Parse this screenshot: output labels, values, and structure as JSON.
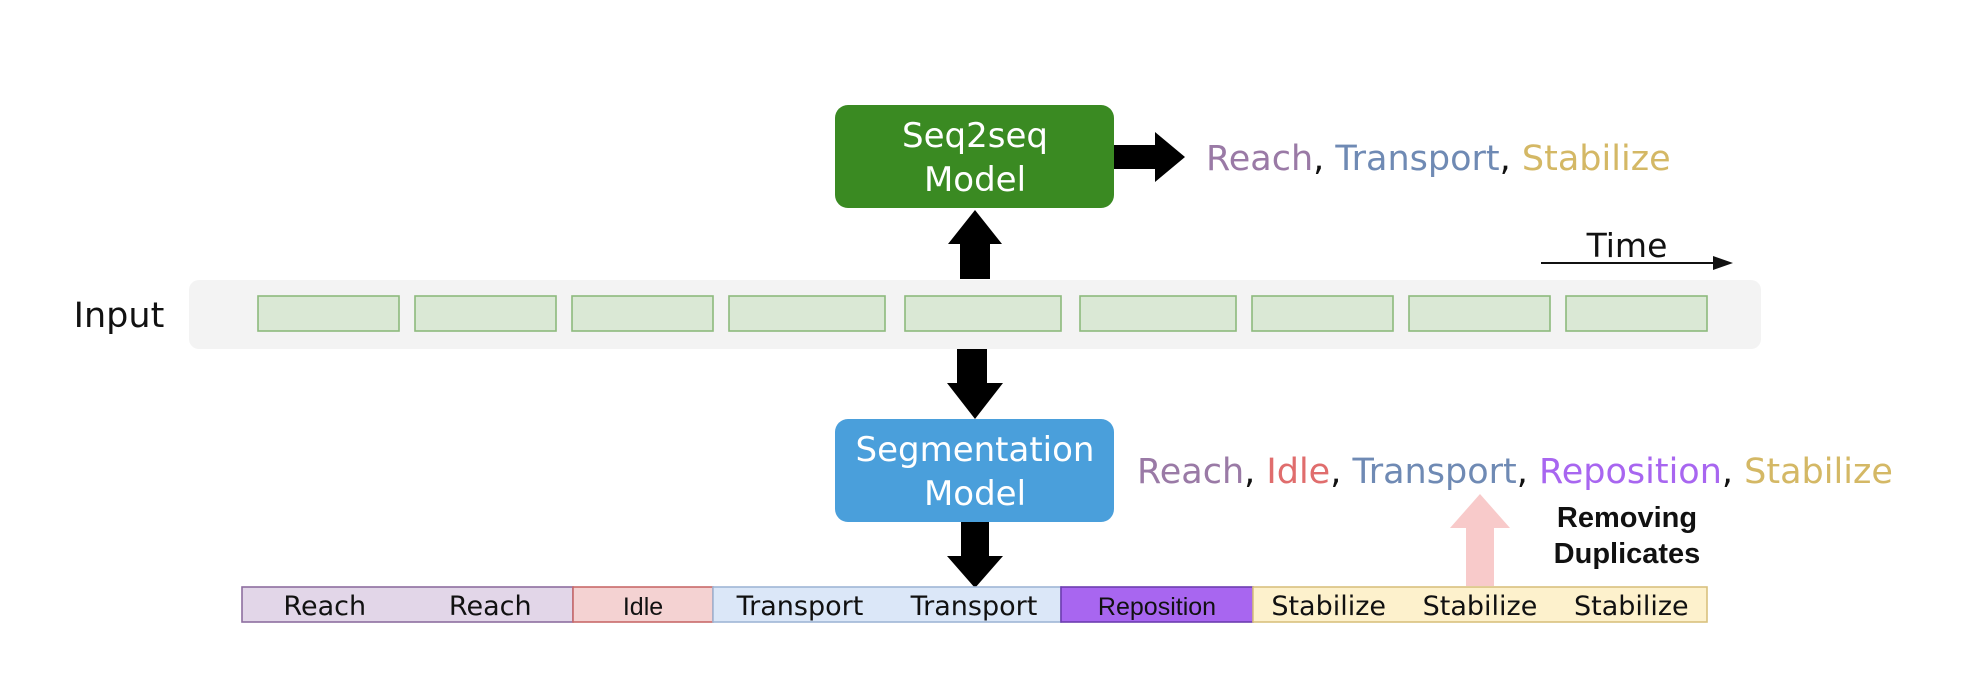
{
  "seq2seq": {
    "line1": "Seq2seq",
    "line2": "Model",
    "fill": "#3a8a22",
    "output": [
      {
        "text": "Reach",
        "color": "#9a7aa6"
      },
      {
        "text": "Transport",
        "color": "#6f8ab4"
      },
      {
        "text": "Stabilize",
        "color": "#d4b865"
      }
    ]
  },
  "segmentation": {
    "line1": "Segmentation",
    "line2": "Model",
    "fill": "#4a9fdb",
    "output": [
      {
        "text": "Reach",
        "color": "#9a7aa6"
      },
      {
        "text": "Idle",
        "color": "#e06d6d"
      },
      {
        "text": "Transport",
        "color": "#6f8ab4"
      },
      {
        "text": "Reposition",
        "color": "#a866f0"
      },
      {
        "text": "Stabilize",
        "color": "#d4b865"
      }
    ]
  },
  "separator": ",",
  "time_label": "Time",
  "input_label": "Input",
  "input_frame_count": 9,
  "removing_label": {
    "line1": "Removing",
    "line2": "Duplicates"
  },
  "segments": [
    {
      "name": "reach",
      "labels": [
        "Reach",
        "Reach"
      ],
      "fill": "#e2d6e8",
      "stroke": "#8e6ea0"
    },
    {
      "name": "idle",
      "labels": [
        "Idle"
      ],
      "fill": "#f4d2d2",
      "stroke": "#c86a6a"
    },
    {
      "name": "transport",
      "labels": [
        "Transport",
        "Transport"
      ],
      "fill": "#dbe7f8",
      "stroke": "#9fb6d6"
    },
    {
      "name": "reposition",
      "labels": [
        "Reposition"
      ],
      "fill": "#a866f0",
      "stroke": "#6d3db0"
    },
    {
      "name": "stabilize",
      "labels": [
        "Stabilize",
        "Stabilize",
        "Stabilize"
      ],
      "fill": "#fdf1cc",
      "stroke": "#d9c17e"
    }
  ]
}
